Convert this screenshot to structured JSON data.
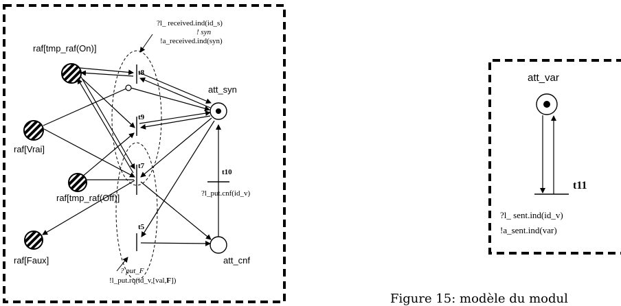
{
  "left_model": {
    "places": {
      "raf_on": "raf[tmp_raf(On)]",
      "raf_vrai": "raf[Vrai]",
      "raf_off": "raf[tmp_raf(Off)]",
      "raf_faux": "raf[Faux]",
      "att_syn": "att_syn",
      "att_cnf": "att_cnf"
    },
    "transitions": {
      "t8": "t8",
      "t9": "t9",
      "t7": "t7",
      "t5": "t5",
      "t10": "t10"
    },
    "top_label": {
      "line1": "?l_ received.ind(id_s)",
      "line2": "! syn",
      "line3": "!a_received.ind(syn)"
    },
    "bottom_label": {
      "line1": "? put_F",
      "line2_pre": "!l_put.rq(id_v,[val,",
      "line2_bold": "F",
      "line2_post": "])"
    },
    "t10_label": "?l_put.cnf(id_v)"
  },
  "right_model": {
    "place": "att_var",
    "transition": "t11",
    "label_line1": "?l_ sent.ind(id_v)",
    "label_line2": "!a_sent.ind(var)"
  },
  "caption": "Figure 15: modèle du modul"
}
